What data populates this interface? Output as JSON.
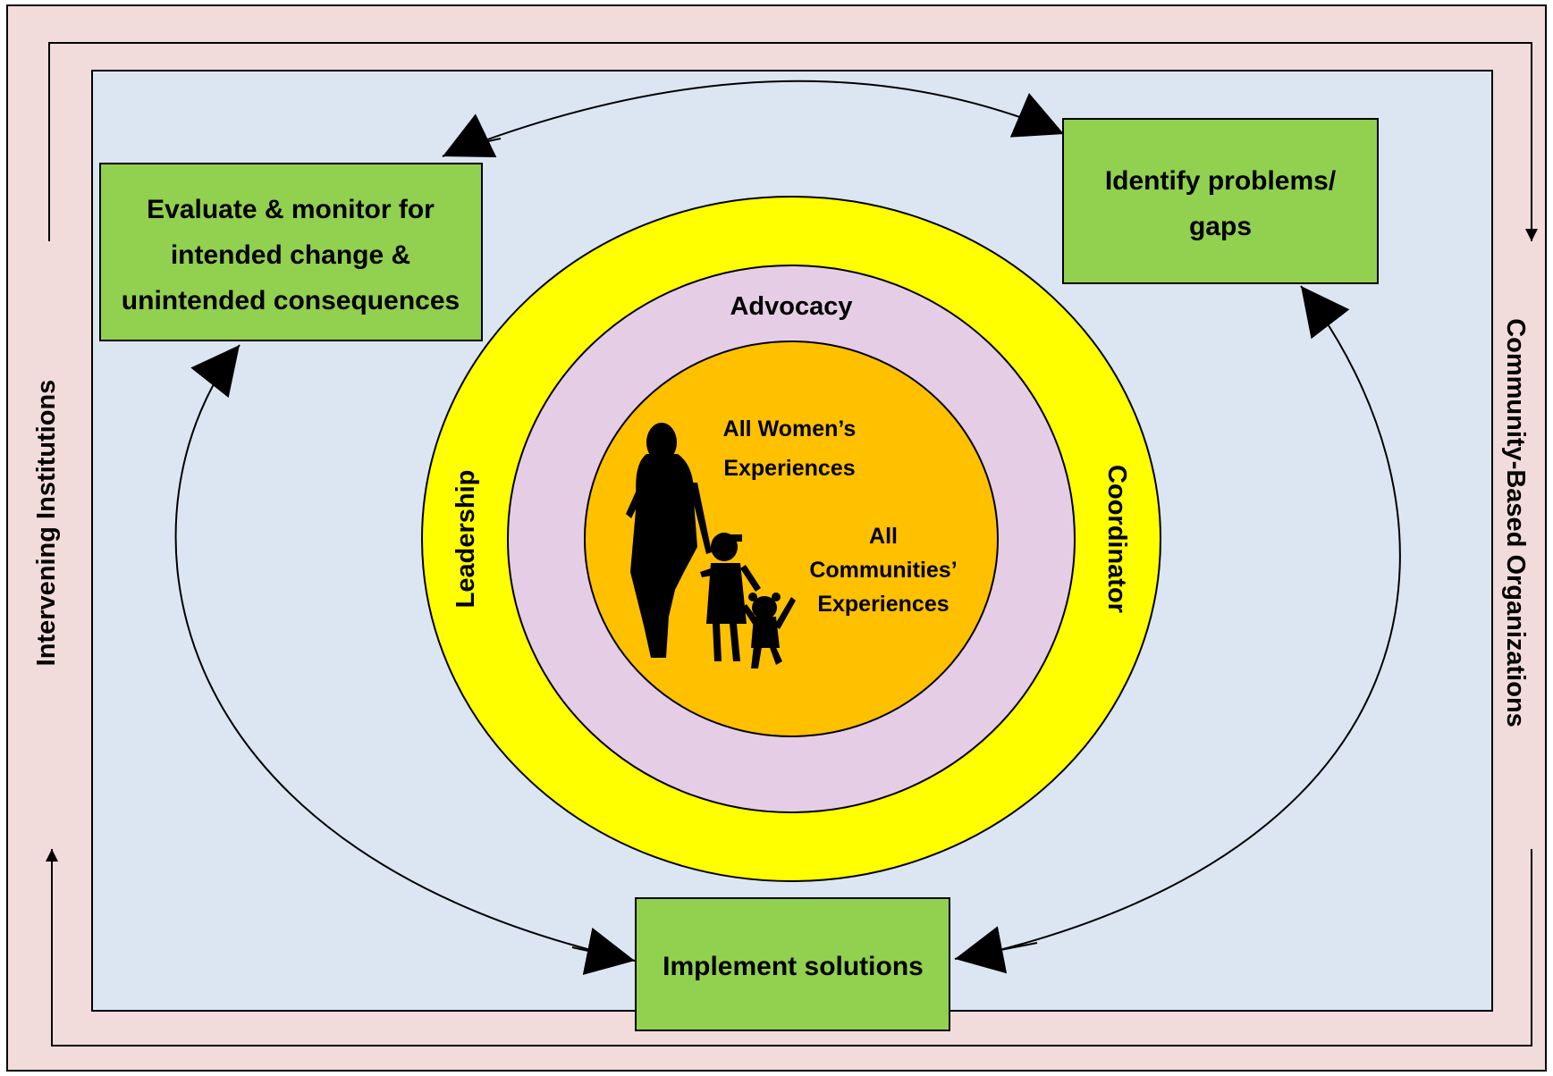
{
  "colors": {
    "outer_frame_fill": "#f2dcdb",
    "inner_panel_fill": "#dce6f2",
    "box_fill": "#92d050",
    "ring_yellow": "#ffff00",
    "ring_lavender": "#e6cde6",
    "core_orange": "#ffc000",
    "stroke": "#000000"
  },
  "side_labels": {
    "left": "Intervening Institutions",
    "right": "Community-Based Organizations"
  },
  "boxes": {
    "evaluate": {
      "lines": [
        "Evaluate & monitor for",
        "intended change &",
        "unintended consequences"
      ]
    },
    "identify": {
      "lines": [
        "Identify problems/",
        "gaps"
      ]
    },
    "implement": {
      "lines": [
        "Implement solutions"
      ]
    }
  },
  "rings": {
    "advocacy": "Advocacy",
    "leadership": "Leadership",
    "coordinator": "Coordinator"
  },
  "core": {
    "women": [
      "All Women’s",
      "Experiences"
    ],
    "communities": [
      "All",
      "Communities’",
      "Experiences"
    ],
    "figure_icon": "mother-and-children-silhouette-icon"
  }
}
